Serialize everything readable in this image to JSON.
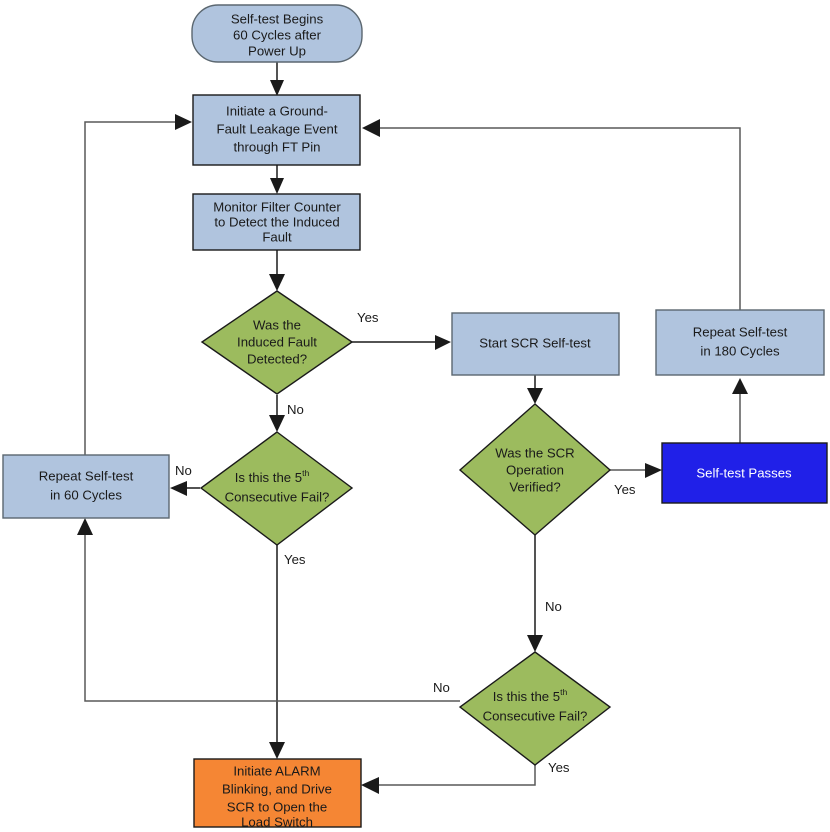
{
  "diagram": {
    "title": "GFCI Self-test State Flowchart",
    "colors": {
      "process_fill": "#b0c4de",
      "decision_fill": "#9cbb5e",
      "pass_fill": "#2020e8",
      "alarm_fill": "#f58634",
      "node_stroke": "#5b6770",
      "edge_stroke": "#595959",
      "text": "#1a1a1a",
      "text_on_pass": "#ffffff",
      "background": "#ffffff"
    },
    "nodes": [
      {
        "id": "start",
        "type": "terminator",
        "lines": [
          "Self-test Begins",
          "60 Cycles after",
          "Power Up"
        ]
      },
      {
        "id": "initiate-fault",
        "type": "process",
        "lines": [
          "Initiate a Ground-",
          "Fault Leakage Event",
          "through FT Pin"
        ]
      },
      {
        "id": "monitor-filter",
        "type": "process",
        "lines": [
          "Monitor Filter Counter",
          "to Detect the Induced",
          "Fault"
        ]
      },
      {
        "id": "fault-detected",
        "type": "decision",
        "lines": [
          "Was the",
          "Induced Fault",
          "Detected?"
        ]
      },
      {
        "id": "start-scr",
        "type": "process",
        "lines": [
          "Start SCR Self-test"
        ]
      },
      {
        "id": "repeat-180",
        "type": "process",
        "lines": [
          "Repeat Self-test",
          "in 180 Cycles"
        ]
      },
      {
        "id": "fifth-fail-left",
        "type": "decision",
        "lines": [
          "Is this the 5",
          "Consecutive Fail?"
        ],
        "superscript": "th"
      },
      {
        "id": "repeat-60",
        "type": "process",
        "lines": [
          "Repeat Self-test",
          "in 60 Cycles"
        ]
      },
      {
        "id": "scr-verified",
        "type": "decision",
        "lines": [
          "Was the SCR",
          "Operation",
          "Verified?"
        ]
      },
      {
        "id": "self-test-passes",
        "type": "terminator-pass",
        "lines": [
          "Self-test Passes"
        ]
      },
      {
        "id": "fifth-fail-bottom",
        "type": "decision",
        "lines": [
          "Is this the 5",
          "Consecutive Fail?"
        ],
        "superscript": "th"
      },
      {
        "id": "alarm",
        "type": "process-alarm",
        "lines": [
          "Initiate ALARM",
          "Blinking, and Drive",
          "SCR to Open the",
          "Load Switch"
        ]
      }
    ],
    "edge_labels": {
      "fault_detected_yes": "Yes",
      "fault_detected_no": "No",
      "fifth_fail_left_no": "No",
      "fifth_fail_left_yes": "Yes",
      "scr_verified_yes": "Yes",
      "scr_verified_no": "No",
      "fifth_fail_bottom_no": "No",
      "fifth_fail_bottom_yes": "Yes"
    }
  }
}
